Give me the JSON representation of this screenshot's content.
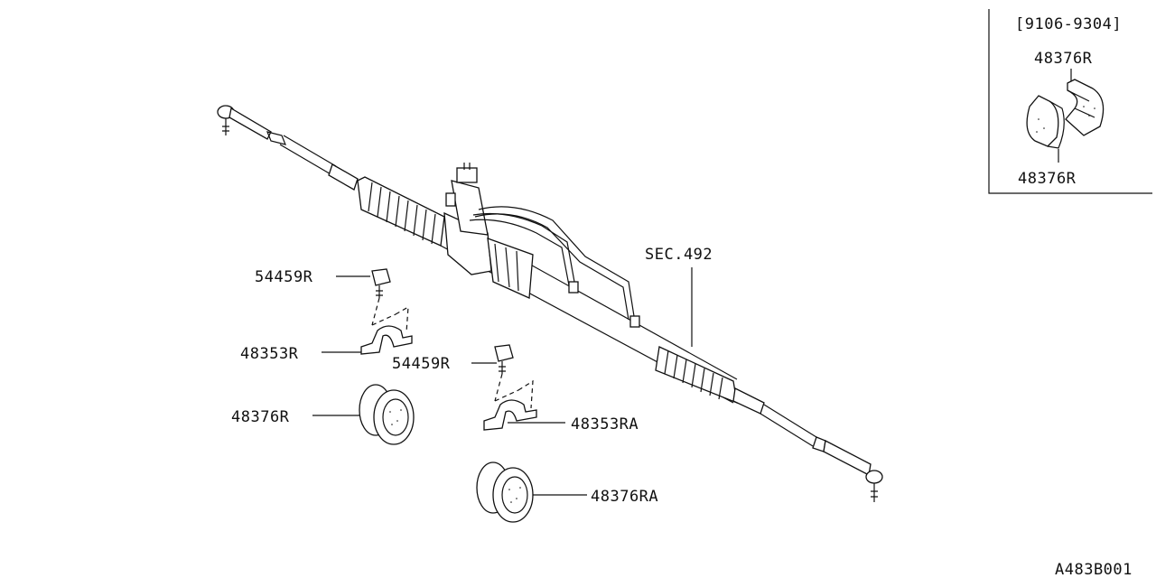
{
  "inset": {
    "range": "[9106-9304]",
    "top_label": "48376R",
    "bottom_label": "48376R"
  },
  "callouts": {
    "sec": "SEC.492",
    "bolt_upper": "54459R",
    "clamp_upper": "48353R",
    "bushing_upper": "48376R",
    "bolt_lower": "54459R",
    "clamp_lower": "48353RA",
    "bushing_lower": "48376RA"
  },
  "diagram_code": "A483B001",
  "colors": {
    "line": "#111111",
    "background": "#ffffff"
  }
}
